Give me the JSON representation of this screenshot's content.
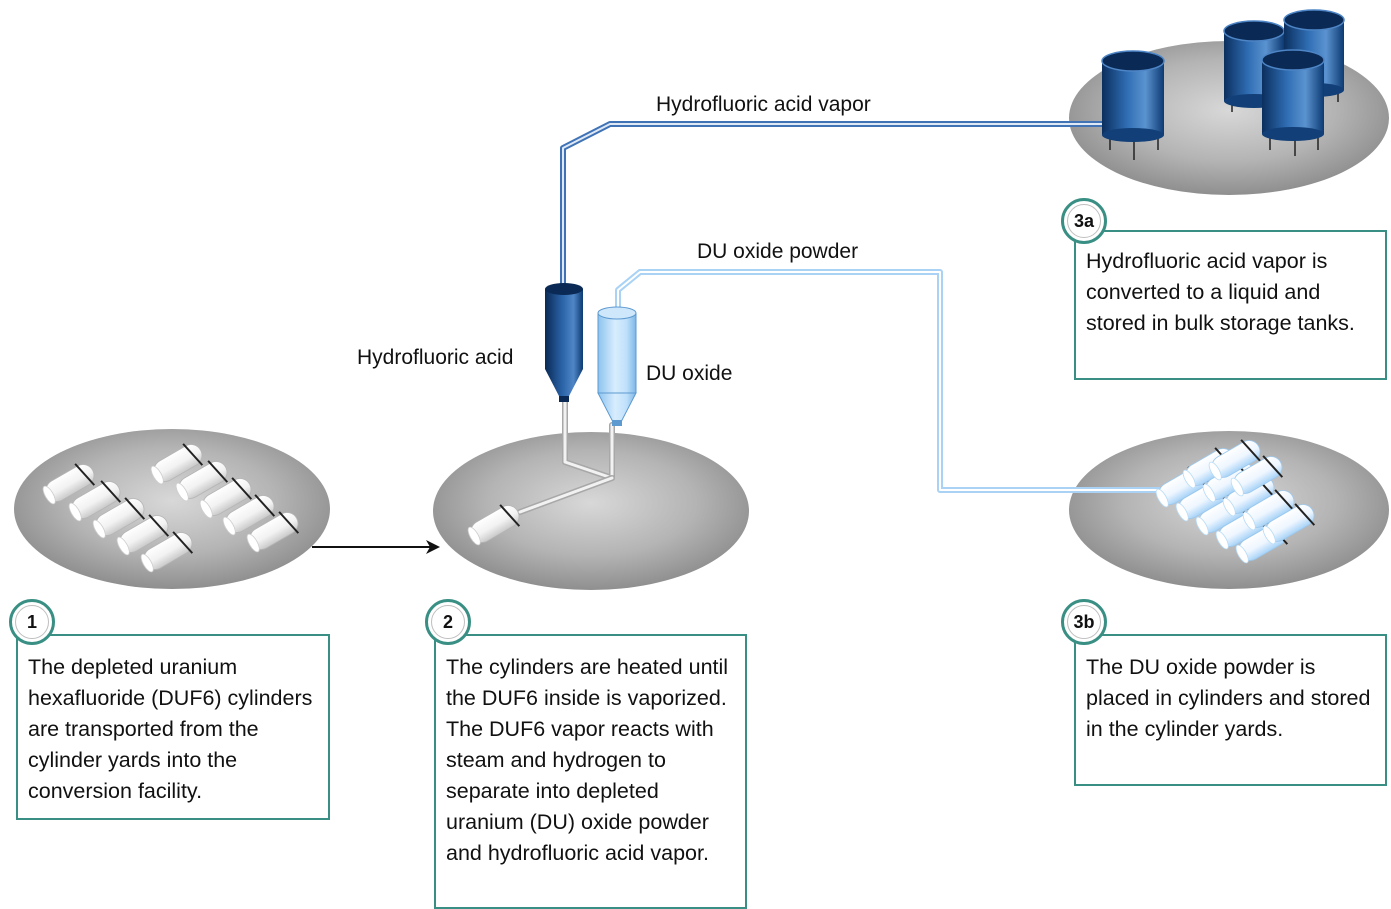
{
  "labels": {
    "hf_vapor_line": "Hydrofluoric acid vapor",
    "du_powder_line": "DU oxide powder",
    "hf_silo": "Hydrofluoric acid",
    "du_silo": "DU oxide"
  },
  "steps": [
    {
      "id": "1",
      "text": "The depleted uranium hexafluoride (DUF6) cylinders are transported from the cylinder yards into the conversion facility."
    },
    {
      "id": "2",
      "text": "The cylinders are heated until the DUF6 inside is vaporized. The DUF6 vapor reacts with steam and hydrogen to separate into depleted uranium (DU) oxide powder and hydrofluoric acid vapor."
    },
    {
      "id": "3a",
      "text": "Hydrofluoric acid vapor is converted to a liquid and stored in bulk storage tanks."
    },
    {
      "id": "3b",
      "text": "The DU oxide powder is placed in cylinders and stored in the cylinder yards."
    }
  ],
  "icons": [
    "cylinder-yard-icon",
    "conversion-facility-icon",
    "storage-tank-icon",
    "silo-icon",
    "arrow-icon"
  ],
  "colors": {
    "box_border": "#3a8f84",
    "hf_blue_dark": "#0d3a72",
    "hf_blue_mid": "#2f6db3",
    "du_blue_light": "#bfe0fb",
    "platform_gray": "#9a9a9a"
  }
}
